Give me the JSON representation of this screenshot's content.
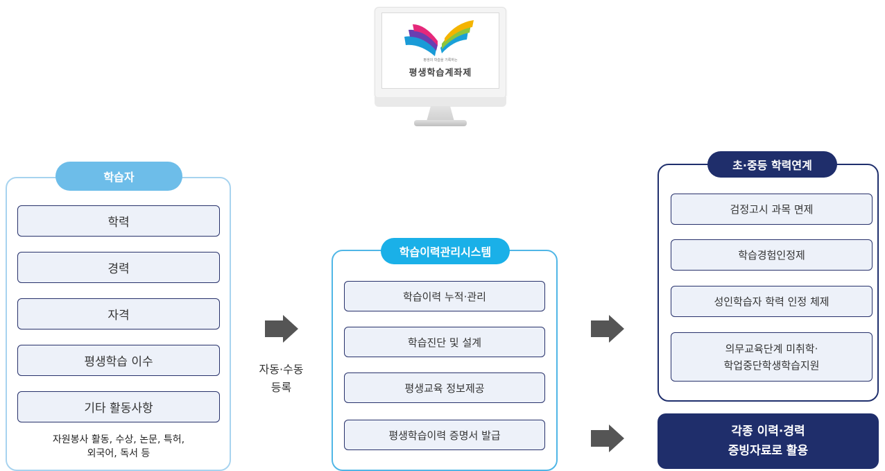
{
  "monitor": {
    "logo_small_text": "평생의 학습을 기록하는",
    "logo_title": "평생학습계좌제"
  },
  "learner_panel": {
    "title": "학습자",
    "items": [
      "학력",
      "경력",
      "자격",
      "평생학습 이수",
      "기타 활동사항"
    ],
    "note_line1": "자원봉사 활동, 수상, 논문, 특허,",
    "note_line2": "외국어, 독서 등"
  },
  "registration": {
    "line1": "자동·수동",
    "line2": "등록"
  },
  "system_panel": {
    "title": "학습이력관리시스템",
    "items": [
      "학습이력 누적·관리",
      "학습진단 및 설계",
      "평생교육 정보제공",
      "평생학습이력 증명서 발급"
    ]
  },
  "school_panel": {
    "title": "초·중등 학력연계",
    "items": [
      "검정고시 과목 면제",
      "학습경험인정제",
      "성인학습자 학력 인정 체제"
    ],
    "last_item_line1": "의무교육단계 미취학·",
    "last_item_line2": "학업중단학생학습지원"
  },
  "result": {
    "line1": "각종 이력·경력",
    "line2": "증빙자료로 활용"
  },
  "colors": {
    "learner_accent": "#6dbde9",
    "system_accent": "#1ab0e8",
    "navy": "#1f2e6b",
    "box_fill": "#edf1f9",
    "arrow": "#555555"
  }
}
